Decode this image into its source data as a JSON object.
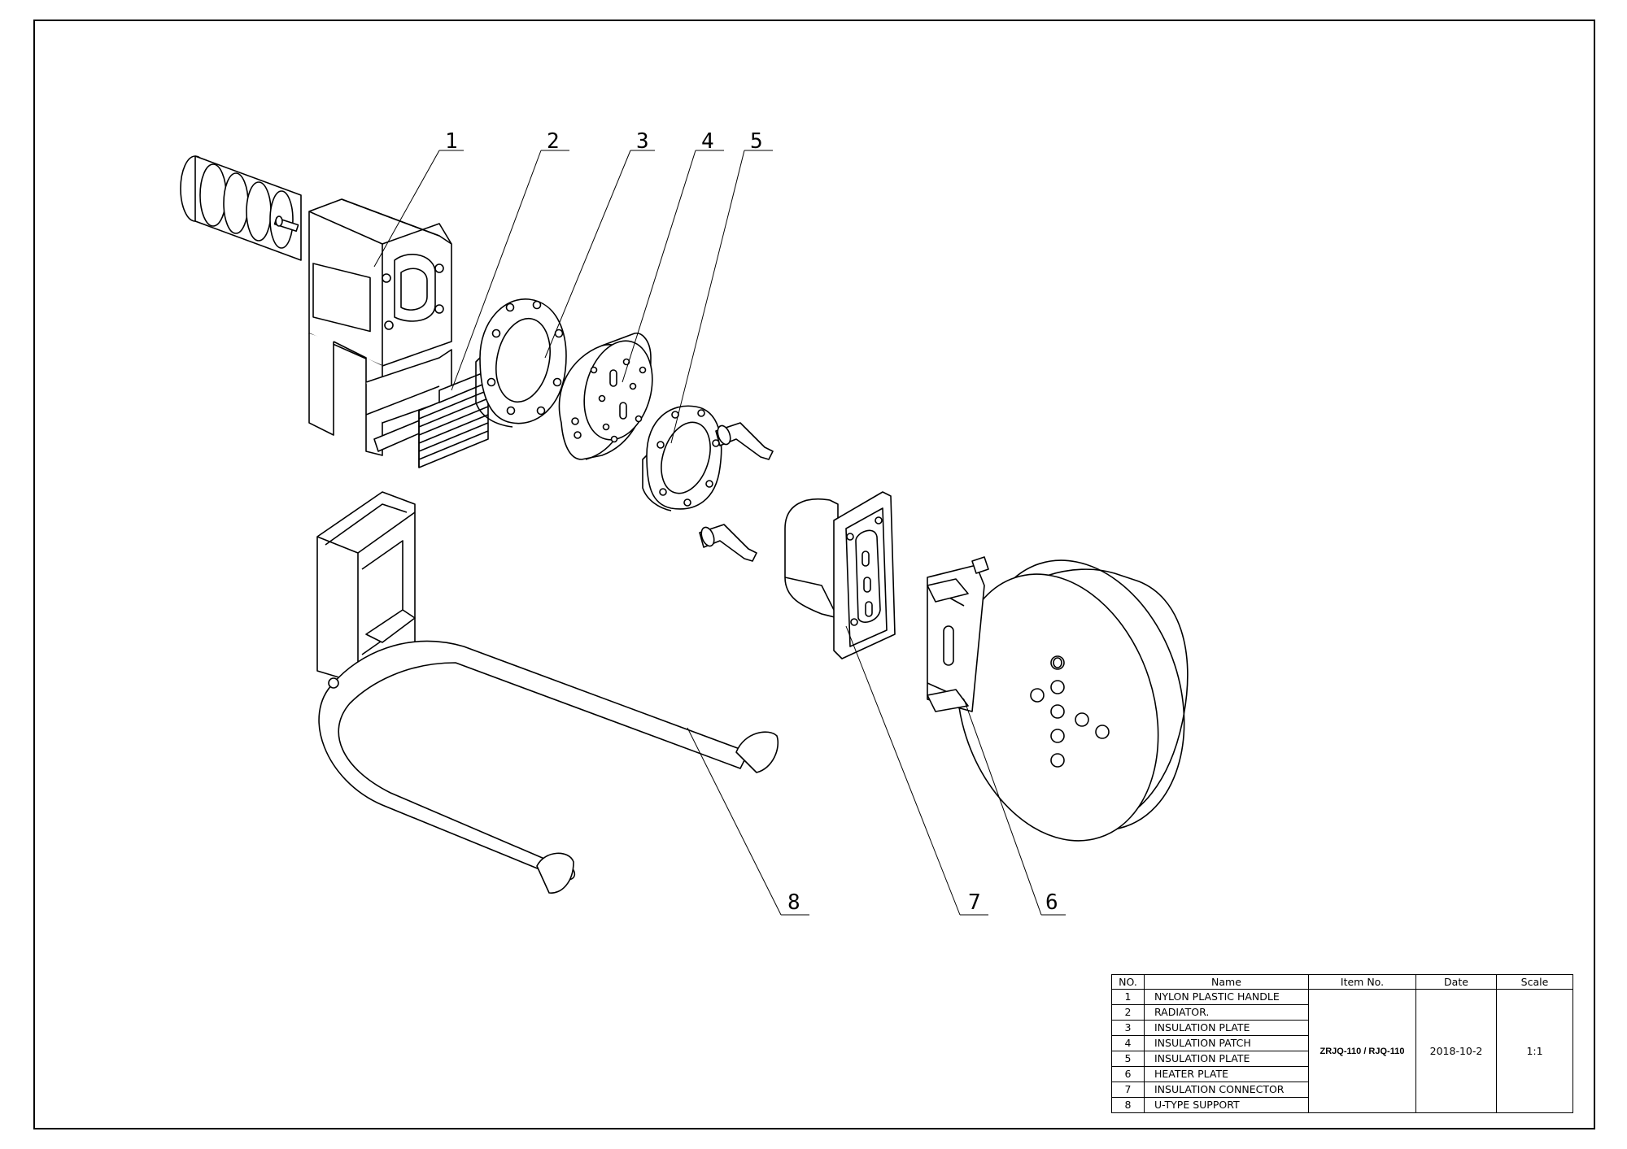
{
  "callouts": [
    {
      "number": "1",
      "part": "NYLON PLASTIC HANDLE"
    },
    {
      "number": "2",
      "part": "RADIATOR."
    },
    {
      "number": "3",
      "part": "INSULATION PLATE"
    },
    {
      "number": "4",
      "part": "INSULATION PATCH"
    },
    {
      "number": "5",
      "part": "INSULATION PLATE"
    },
    {
      "number": "6",
      "part": "HEATER PLATE"
    },
    {
      "number": "7",
      "part": "INSULATION CONNECTOR"
    },
    {
      "number": "8",
      "part": "U-TYPE SUPPORT"
    }
  ],
  "title_block": {
    "headers": {
      "no": "NO.",
      "name": "Name",
      "item_no": "Item No.",
      "date": "Date",
      "scale": "Scale"
    },
    "rows": [
      {
        "no": "1",
        "name": "NYLON PLASTIC HANDLE"
      },
      {
        "no": "2",
        "name": "RADIATOR."
      },
      {
        "no": "3",
        "name": "INSULATION PLATE"
      },
      {
        "no": "4",
        "name": "INSULATION PATCH"
      },
      {
        "no": "5",
        "name": "INSULATION PLATE"
      },
      {
        "no": "6",
        "name": "HEATER PLATE"
      },
      {
        "no": "7",
        "name": "INSULATION CONNECTOR"
      },
      {
        "no": "8",
        "name": "U-TYPE SUPPORT"
      }
    ],
    "item_no": "ZRJQ-110 / RJQ-110",
    "date": "2018-10-2",
    "scale": "1:1"
  },
  "colors": {
    "ink": "#000000",
    "paper": "#ffffff"
  }
}
